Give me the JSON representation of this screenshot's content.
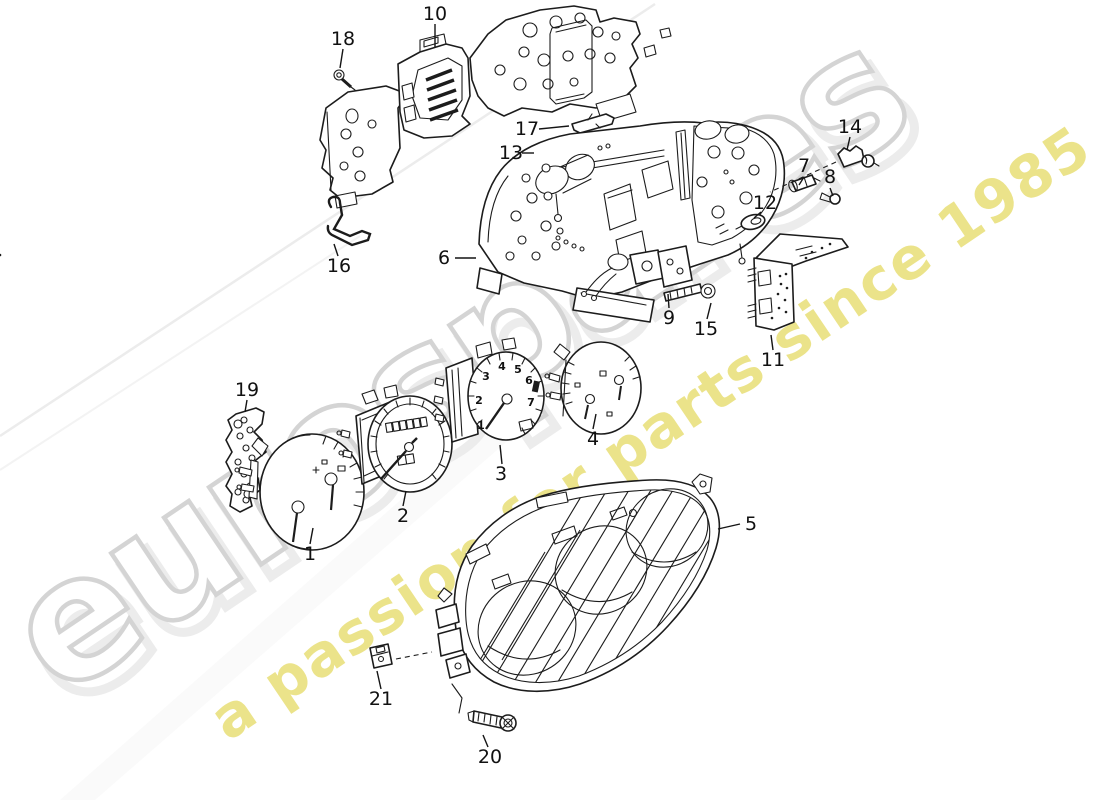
{
  "watermark": {
    "brand": "eurospares",
    "tagline": "a passion for parts since 1985",
    "brand_fill": "#ffffff",
    "brand_outline": "#d4d4d4",
    "tagline_color": "#eae181"
  },
  "parts": [
    {
      "label": "1"
    },
    {
      "label": "2"
    },
    {
      "label": "3"
    },
    {
      "label": "4"
    },
    {
      "label": "5"
    },
    {
      "label": "6"
    },
    {
      "label": "7"
    },
    {
      "label": "8"
    },
    {
      "label": "9"
    },
    {
      "label": "10"
    },
    {
      "label": "11"
    },
    {
      "label": "12"
    },
    {
      "label": "13"
    },
    {
      "label": "14"
    },
    {
      "label": "15"
    },
    {
      "label": "16"
    },
    {
      "label": "17"
    },
    {
      "label": "18"
    },
    {
      "label": "19"
    },
    {
      "label": "20"
    },
    {
      "label": "21"
    }
  ],
  "tachometer_scale": [
    "1",
    "2",
    "3",
    "4",
    "5",
    "6",
    "7"
  ]
}
